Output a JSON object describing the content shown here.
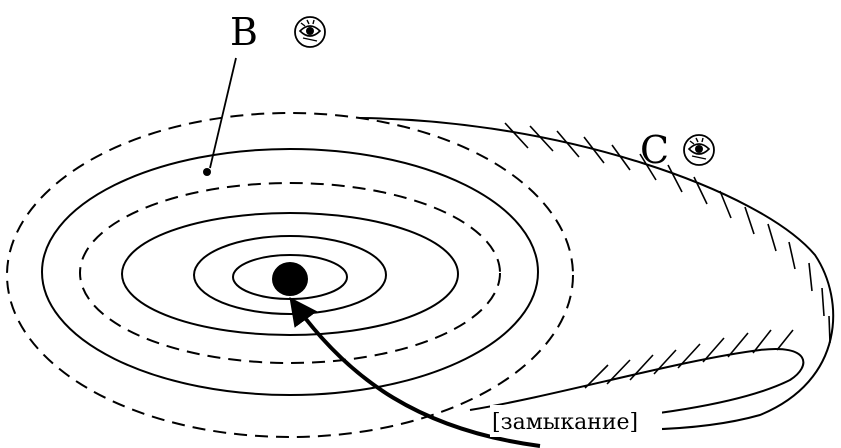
{
  "labels": {
    "b": "B",
    "c": "C",
    "arrow": "[замыкание]"
  },
  "icons": {
    "b_icon": "eye-in-circle-icon",
    "c_icon": "eye-in-circle-icon"
  },
  "colors": {
    "ink": "#000000",
    "background": "#ffffff"
  }
}
